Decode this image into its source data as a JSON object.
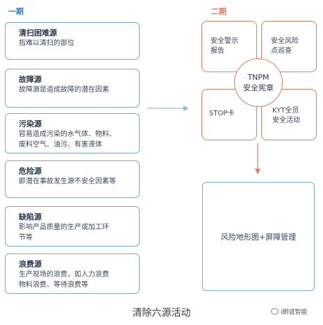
{
  "phase1": {
    "title": "一期"
  },
  "phase2": {
    "title": "二期"
  },
  "sources": [
    {
      "title": "清扫困难源",
      "desc": [
        "指难以清扫的部位"
      ]
    },
    {
      "title": "故障源",
      "desc": [
        "故障源是造成故障的潜在因素"
      ]
    },
    {
      "title": "污染源",
      "desc": [
        "容易造成污染的水气体、物料、",
        "废料空气、油污、有害液体"
      ]
    },
    {
      "title": "危险源",
      "desc": [
        "即潜在事故发生源不安全因素等"
      ]
    },
    {
      "title": "缺陷源",
      "desc": [
        "影响产品质量的生产或加工环",
        "节等"
      ]
    },
    {
      "title": "浪费源",
      "desc": [
        "生产现场的浪费，如人力浪费",
        "物料浪费、等待浪费等"
      ]
    }
  ],
  "quadrants": {
    "top_left": [
      "安全警示",
      "报告"
    ],
    "top_right": [
      "安全风险",
      "点巡查"
    ],
    "bottom_left": [
      "STOP卡"
    ],
    "bottom_right": [
      "KYT全员",
      "安全活动"
    ]
  },
  "center": {
    "line1": "TNPM",
    "line2": "安全宪章"
  },
  "result": {
    "label": "风险地形图+屏障管理"
  },
  "caption": "清除六源活动",
  "watermark": {
    "text": "i朗谊智能",
    "icon": "wechat-icon"
  },
  "colors": {
    "phase1": "#2f7cc0",
    "phase2": "#e8795a",
    "box_border": "#7aa9d6",
    "arrow": "#9bbbd8",
    "arrow_down": "#e8795a"
  }
}
